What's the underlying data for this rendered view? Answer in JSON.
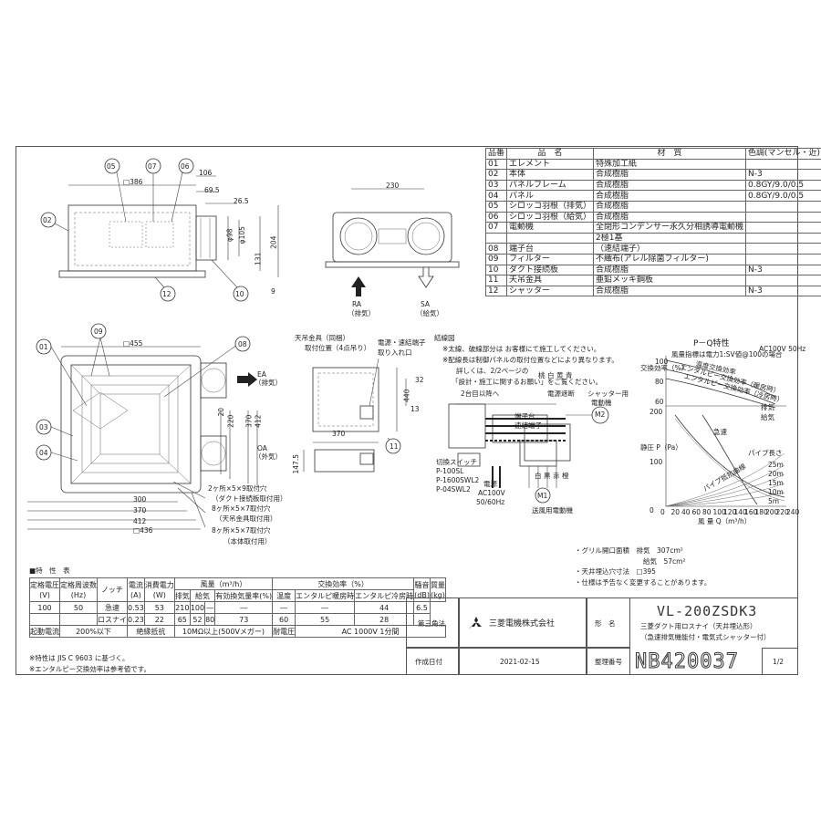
{
  "parts_table": {
    "headers": [
      "品番",
      "品　名",
      "材　質",
      "色調(マンセル・近)"
    ],
    "rows": [
      [
        "01",
        "エレメント",
        "特殊加工紙",
        ""
      ],
      [
        "02",
        "本体",
        "合成樹脂",
        "N-3"
      ],
      [
        "03",
        "パネルフレーム",
        "合成樹脂",
        "0.8GY/9.0/0.5"
      ],
      [
        "04",
        "パネル",
        "合成樹脂",
        "0.8GY/9.0/0.5"
      ],
      [
        "05",
        "シロッコ羽根（排気）",
        "合成樹脂",
        ""
      ],
      [
        "06",
        "シロッコ羽根（給気）",
        "合成樹脂",
        ""
      ],
      [
        "07",
        "電動機",
        "全閉形コンデンサー永久分相誘導電動機",
        ""
      ],
      [
        "",
        "",
        "2極1基",
        ""
      ],
      [
        "08",
        "端子台",
        "（速結端子）",
        ""
      ],
      [
        "09",
        "フィルター",
        "不織布(アレル除菌フィルター)",
        ""
      ],
      [
        "10",
        "ダクト接続板",
        "合成樹脂",
        "N-3"
      ],
      [
        "11",
        "天吊金具",
        "亜鉛メッキ鋼板",
        ""
      ],
      [
        "12",
        "シャッター",
        "合成樹脂",
        "N-3"
      ]
    ]
  },
  "top_view": {
    "callouts": [
      "05",
      "07",
      "06",
      "02",
      "12",
      "10"
    ],
    "dims": [
      "□386",
      "106",
      "69.5",
      "26.5",
      "φ98",
      "φ105",
      "204",
      "131",
      "9"
    ]
  },
  "front_view": {
    "dim_width": "230",
    "ra_label": "RA",
    "ra_sub": "（排気）",
    "sa_label": "SA",
    "sa_sub": "（給気）"
  },
  "plan_view": {
    "callouts": [
      "09",
      "01",
      "08",
      "03",
      "04"
    ],
    "dims": [
      "□455",
      "300",
      "370",
      "412",
      "□436",
      "20",
      "220",
      "370",
      "412"
    ],
    "ea_label": "EA",
    "ea_sub": "（排気）",
    "oa_label": "OA",
    "oa_sub": "（外気）",
    "notes": [
      "2ヶ所×5×9取付穴",
      "（ダクト接続板取付用）",
      "8ヶ所×5×7取付穴",
      "（天吊金具取付用）",
      "8ヶ所×5×7取付穴",
      "（本体取付用）"
    ]
  },
  "hanger_view": {
    "heading": "天吊金具（同梱）",
    "sub": "取付位置（4点吊り）",
    "power_label1": "電源・速結端子",
    "power_label2": "取り入れ口",
    "dims": [
      "32",
      "440",
      "13",
      "370",
      "147.5"
    ],
    "callout": "11"
  },
  "wiring": {
    "heading": "結線図",
    "notes": [
      "※太線、破線部分は お客様にて施工してください。",
      "※配線長は制御パネルの取付位置などにより異なります。",
      "詳しくは、2/2ページの",
      "「設計・施工に関するお願い」をご覧ください。"
    ],
    "labels": [
      "2台目以降へ",
      "電源",
      "AC100V",
      "50/60Hz",
      "切換スイッチ",
      "P-100SL",
      "P-1600SWL2",
      "P-04SWL2",
      "電源遮断",
      "シャッター用",
      "電動機",
      "端子台",
      "速結端子",
      "送風用電動機",
      "M1",
      "M2",
      "白",
      "黒",
      "赤",
      "橙",
      "桃",
      "白",
      "黄",
      "青"
    ]
  },
  "pq_chart": {
    "title": "P－Q特性",
    "supply_note": "AC100V 50Hz",
    "ylabel_top": "交換効率（%）",
    "ylabel_bottom": "静圧 P（Pa）",
    "xlabel": "風 量 Q（m³/h）",
    "legend_exhaust": "排気",
    "legend_supply": "給気",
    "curve_labels": [
      "急速",
      "パイプ長さ",
      "25m",
      "20m",
      "15m",
      "10m",
      "5m"
    ],
    "top_y_ticks": [
      "100",
      "80",
      "60"
    ],
    "bottom_y_ticks": [
      "200",
      "100",
      "0"
    ],
    "x_ticks": [
      "0",
      "20",
      "40",
      "60",
      "80",
      "100",
      "120",
      "140",
      "160",
      "180",
      "200",
      "220",
      "240"
    ],
    "annotations": [
      "風量指標は電力1:SV値@100の場合",
      "温度交換効率",
      "エンタルピー交換効率（暖房時）",
      "エンタルピー交換効率（冷房時）",
      "パイプ抵抗曲線"
    ]
  },
  "grill_info": {
    "lines": [
      "・グリル開口面積　排気　307cm²",
      "　　　　　　　　　　給気　57cm²",
      "・天井埋込穴寸法　□395",
      "・仕様は予告なく変更することがあります。"
    ]
  },
  "spec_table": {
    "heading": "■特　性　表",
    "header1": [
      "定格電圧",
      "定格周波数",
      "ノッチ",
      "電流",
      "消費電力",
      "風量（m³/h）",
      "",
      "",
      "",
      "交換効率（%）",
      "",
      "",
      "騒音",
      "質量"
    ],
    "header_units": [
      "(V)",
      "(Hz)",
      "",
      "(A)",
      "(W)",
      "排気",
      "給気",
      "",
      "有効換気量率(%)",
      "温度",
      "エンタルピ暖房時",
      "エンタルピ冷房時",
      "(dB)",
      "(kg)"
    ],
    "rows": [
      [
        "100",
        "50",
        "急速",
        "0.53",
        "53",
        "210",
        "100",
        "―",
        "―",
        "―",
        "―",
        "44",
        "6.5"
      ],
      [
        "",
        "",
        "ロスナイ",
        "0.23",
        "22",
        "65",
        "52",
        "80",
        "73",
        "60",
        "55",
        "28",
        ""
      ]
    ],
    "footer": [
      "起動電流",
      "200%以下",
      "絶縁抵抗",
      "10MΩ以上(500Vメガー)",
      "耐電圧",
      "AC 1000V 1分間"
    ],
    "notes": [
      "※特性は JIS C 9603 に基づく。",
      "※エンタルピー交換効率は参考値です。"
    ]
  },
  "title_block": {
    "angle_label": "第三角法",
    "company": "三菱電機株式会社",
    "model_label": "形　名",
    "model": "VL-200ZSDK3",
    "desc1": "三菱ダクト用ロスナイ（天井埋込形）",
    "desc2": "（急速排気機能付・電気式シャッター付）",
    "date_label": "作成日付",
    "date": "2021-02-15",
    "ref_label": "整理番号",
    "ref": "NB420037",
    "page": "1/2"
  }
}
